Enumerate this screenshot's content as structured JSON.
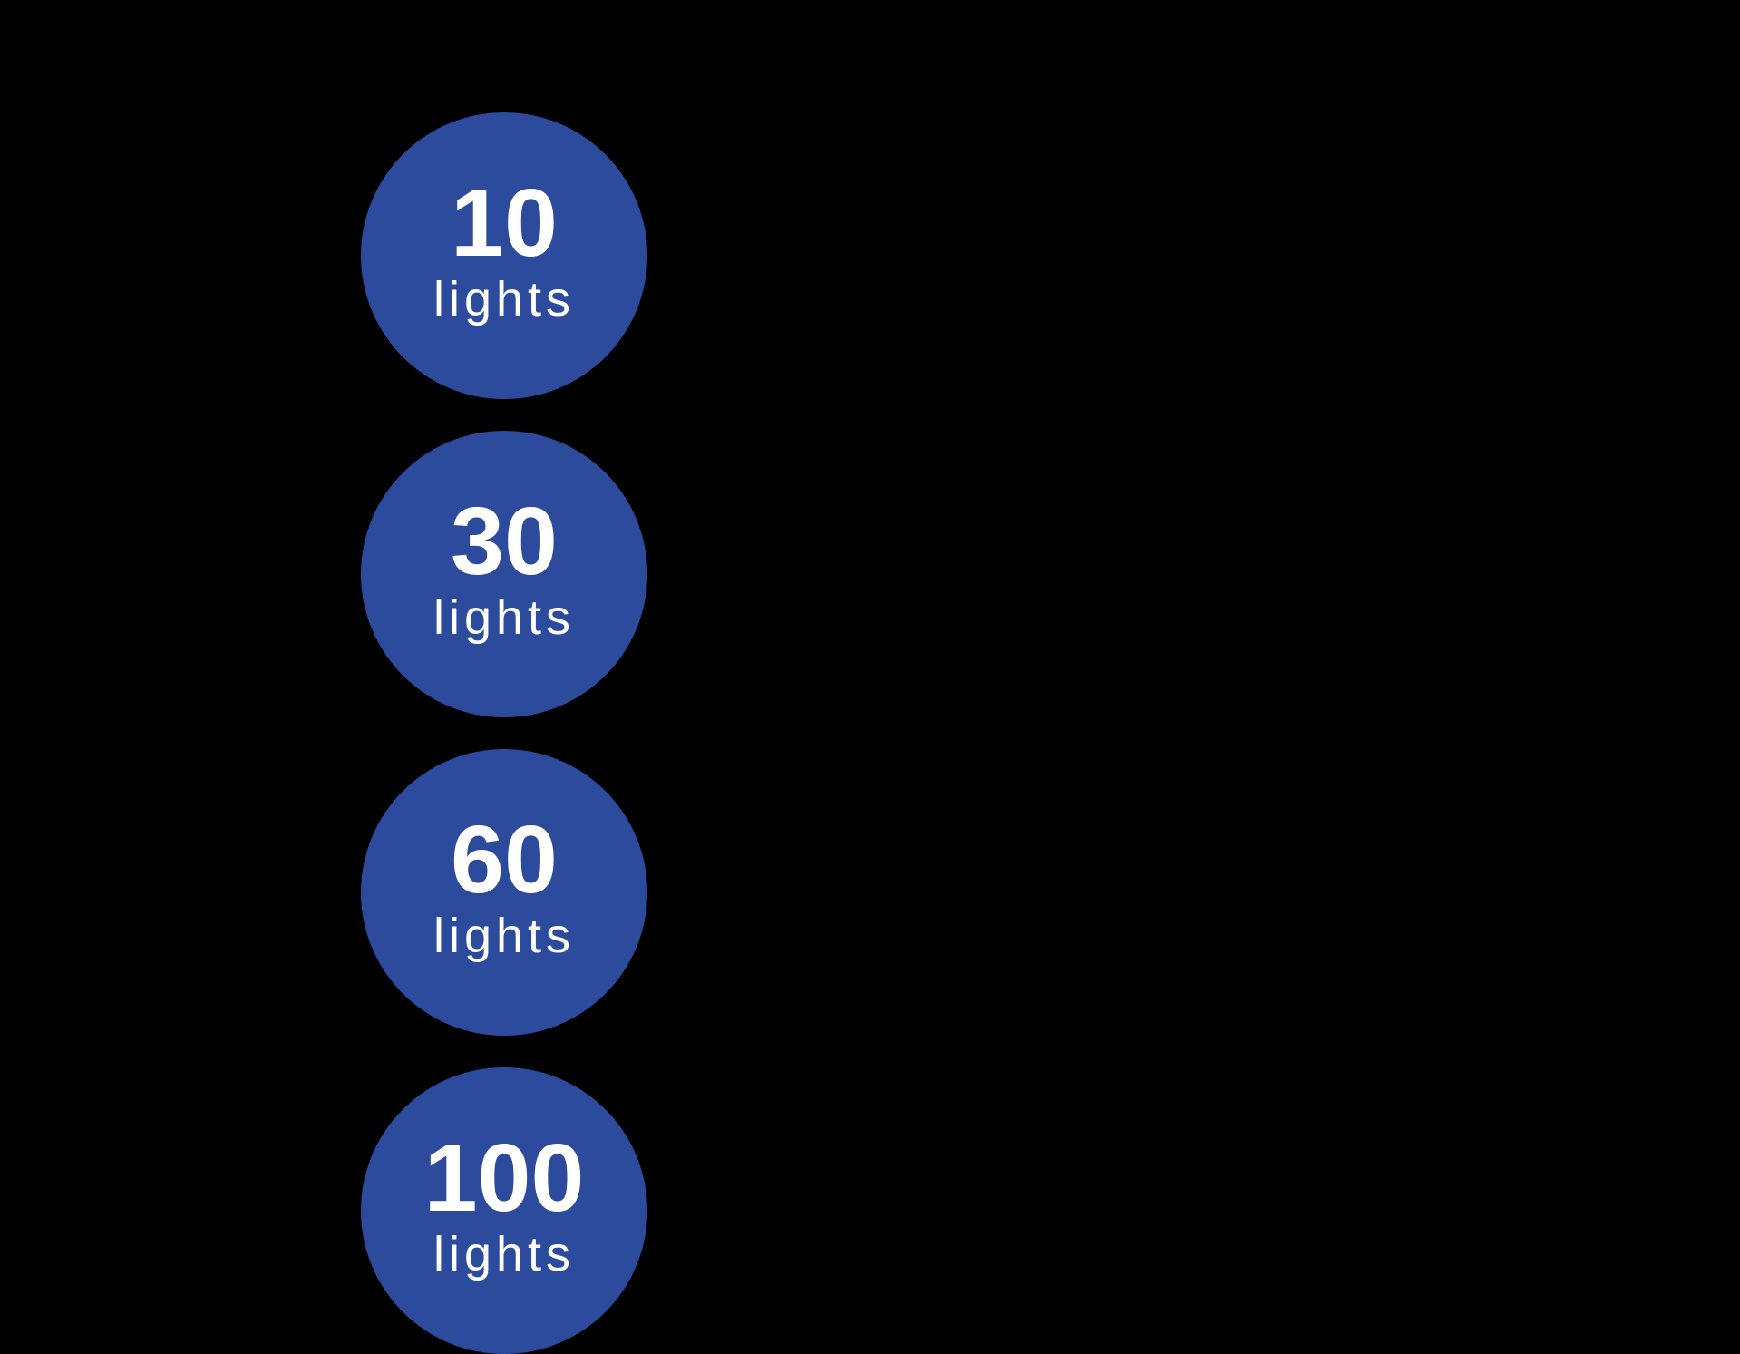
{
  "colors": {
    "page_background": "#000000",
    "panel_background": "#000000",
    "circle_fill": "#2c4b9c",
    "text": "#ffffff"
  },
  "circles": [
    {
      "value": "10",
      "label": "lights"
    },
    {
      "value": "30",
      "label": "lights"
    },
    {
      "value": "60",
      "label": "lights"
    },
    {
      "value": "100",
      "label": "lights"
    }
  ]
}
